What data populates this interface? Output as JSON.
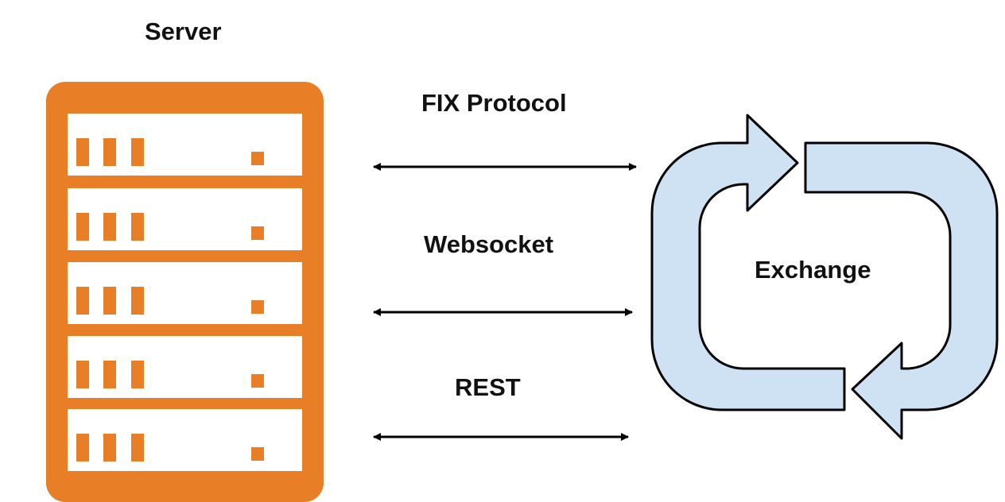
{
  "server": {
    "title": "Server",
    "color": "#E87E26",
    "rack_count": 5
  },
  "connections": [
    {
      "label": "FIX Protocol"
    },
    {
      "label": "Websocket"
    },
    {
      "label": "REST"
    }
  ],
  "exchange": {
    "label": "Exchange",
    "fill": "#CFE2F3",
    "stroke": "#000000"
  }
}
